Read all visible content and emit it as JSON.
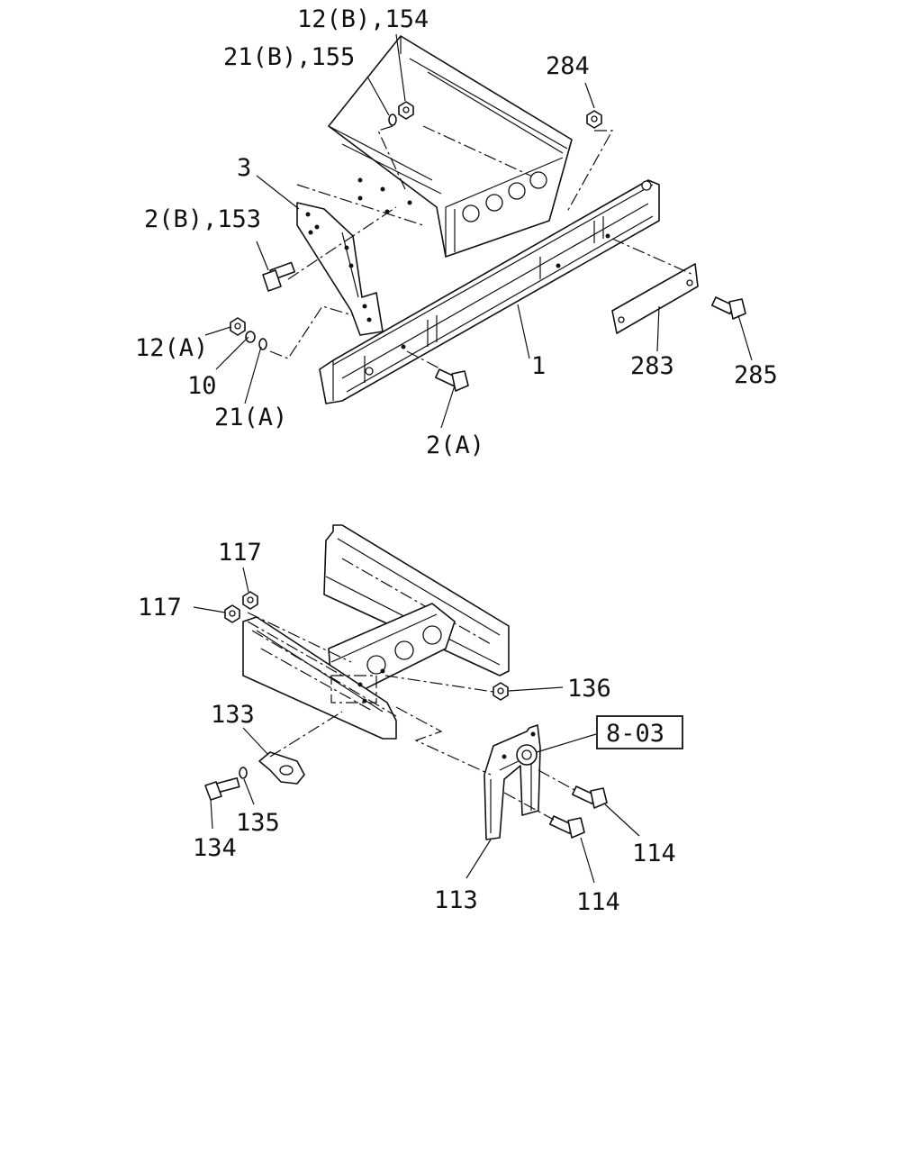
{
  "upper_assembly": {
    "labels": {
      "l_12b_154": "12(B),154",
      "l_21b_155": "21(B),155",
      "l_284": "284",
      "l_3": "3",
      "l_2b_153": "2(B),153",
      "l_12a": "12(A)",
      "l_10": "10",
      "l_21a": "21(A)",
      "l_1": "1",
      "l_283": "283",
      "l_285": "285",
      "l_2a": "2(A)"
    }
  },
  "lower_assembly": {
    "labels": {
      "l_117_top": "117",
      "l_117_left": "117",
      "l_136": "136",
      "l_133": "133",
      "l_135": "135",
      "l_134": "134",
      "l_113": "113",
      "l_114_upper": "114",
      "l_114_lower": "114"
    },
    "reference_box": "8-03"
  }
}
